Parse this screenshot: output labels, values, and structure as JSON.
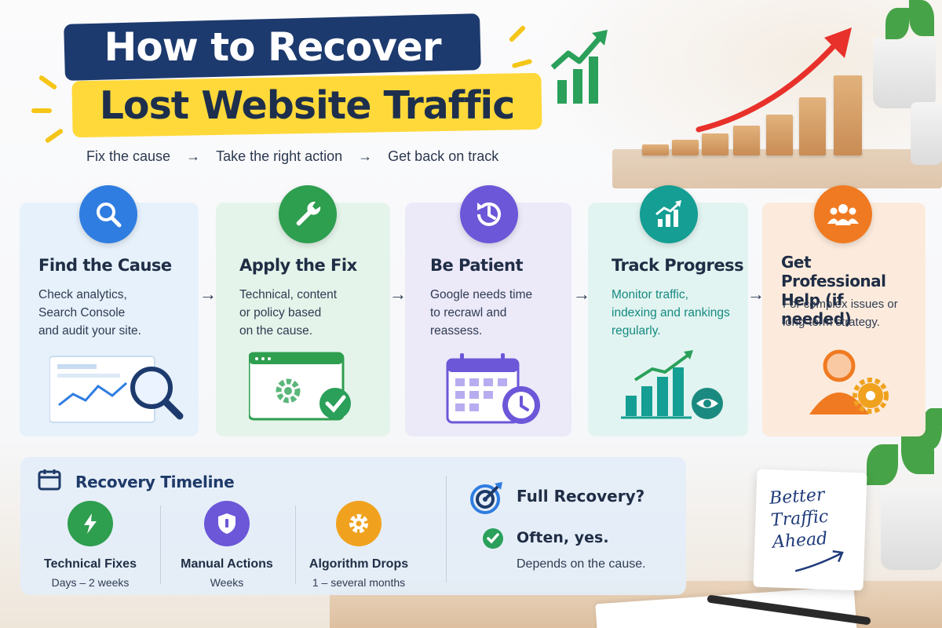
{
  "header": {
    "title_line1": "How to Recover",
    "title_line2": "Lost Website Traffic",
    "subtitle": {
      "step1": "Fix the cause",
      "step2": "Take the right action",
      "step3": "Get back on track",
      "arrow": "→"
    }
  },
  "steps": [
    {
      "title": "Find the Cause",
      "text": [
        "Check analytics,",
        "Search Console",
        "and audit your site."
      ],
      "icon": "search-icon",
      "color": "#2f7de1",
      "card_color": "#e6f1fb"
    },
    {
      "title": "Apply the Fix",
      "text": [
        "Technical, content",
        "or policy based",
        "on the cause."
      ],
      "icon": "wrench-icon",
      "color": "#2e9e4f",
      "card_color": "#e5f4ea"
    },
    {
      "title": "Be Patient",
      "text": [
        "Google needs time",
        "to recrawl and",
        "reassess."
      ],
      "icon": "history-clock-icon",
      "color": "#6b57d8",
      "card_color": "#ece9f9"
    },
    {
      "title": "Track Progress",
      "text": [
        "Monitor traffic,",
        "indexing and rankings",
        "regularly."
      ],
      "icon": "growth-chart-icon",
      "color": "#159e93",
      "card_color": "#e2f4f1"
    },
    {
      "title": "Get Professional Help (if needed)",
      "text": [
        "For complex issues or",
        "long-term strategy."
      ],
      "icon": "team-icon",
      "color": "#f07a21",
      "card_color": "#fcebdc"
    }
  ],
  "timeline": {
    "title": "Recovery Timeline",
    "items": [
      {
        "name": "Technical Fixes",
        "duration": "Days – 2 weeks",
        "icon": "lightning-icon",
        "color": "#2e9e4f"
      },
      {
        "name": "Manual Actions",
        "duration": "Weeks",
        "icon": "shield-icon",
        "color": "#6b57d8"
      },
      {
        "name": "Algorithm Drops",
        "duration": "1 – several months",
        "icon": "gear-icon",
        "color": "#f0a21f"
      }
    ]
  },
  "full_recovery": {
    "title": "Full Recovery?",
    "answer": "Often, yes.",
    "note": "Depends on the cause."
  },
  "note_card": {
    "lines": [
      "Better",
      "Traffic",
      "Ahead"
    ]
  },
  "colors": {
    "navy": "#1d3a6e",
    "yellow": "#ffd93a",
    "trend_red": "#e8312a",
    "chart_green": "#2aa05a"
  }
}
